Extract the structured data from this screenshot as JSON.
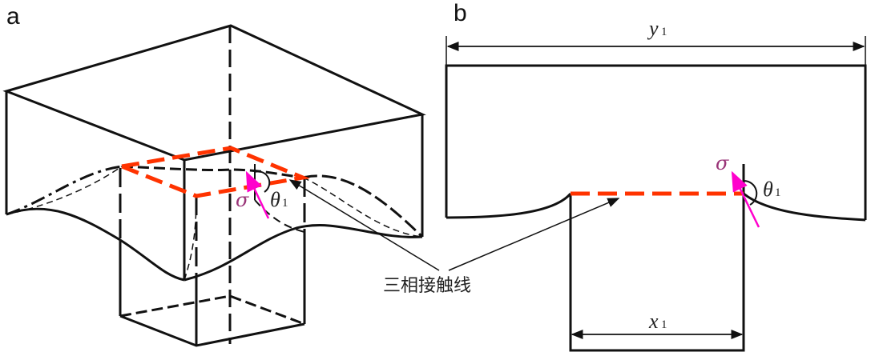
{
  "panels": {
    "a": {
      "label": "a"
    },
    "b": {
      "label": "b"
    }
  },
  "symbols": {
    "sigma": "σ",
    "theta": "θ",
    "theta_sub": "1",
    "x": "x",
    "x_sub": "1",
    "y": "y",
    "y_sub": "1"
  },
  "annotation": {
    "three_phase_contact_line": "三相接触线"
  },
  "colors": {
    "contact_line": "#ff3300",
    "sigma_arrow": "#ff00cc",
    "sigma_text": "#993377",
    "stroke": "#111111"
  }
}
